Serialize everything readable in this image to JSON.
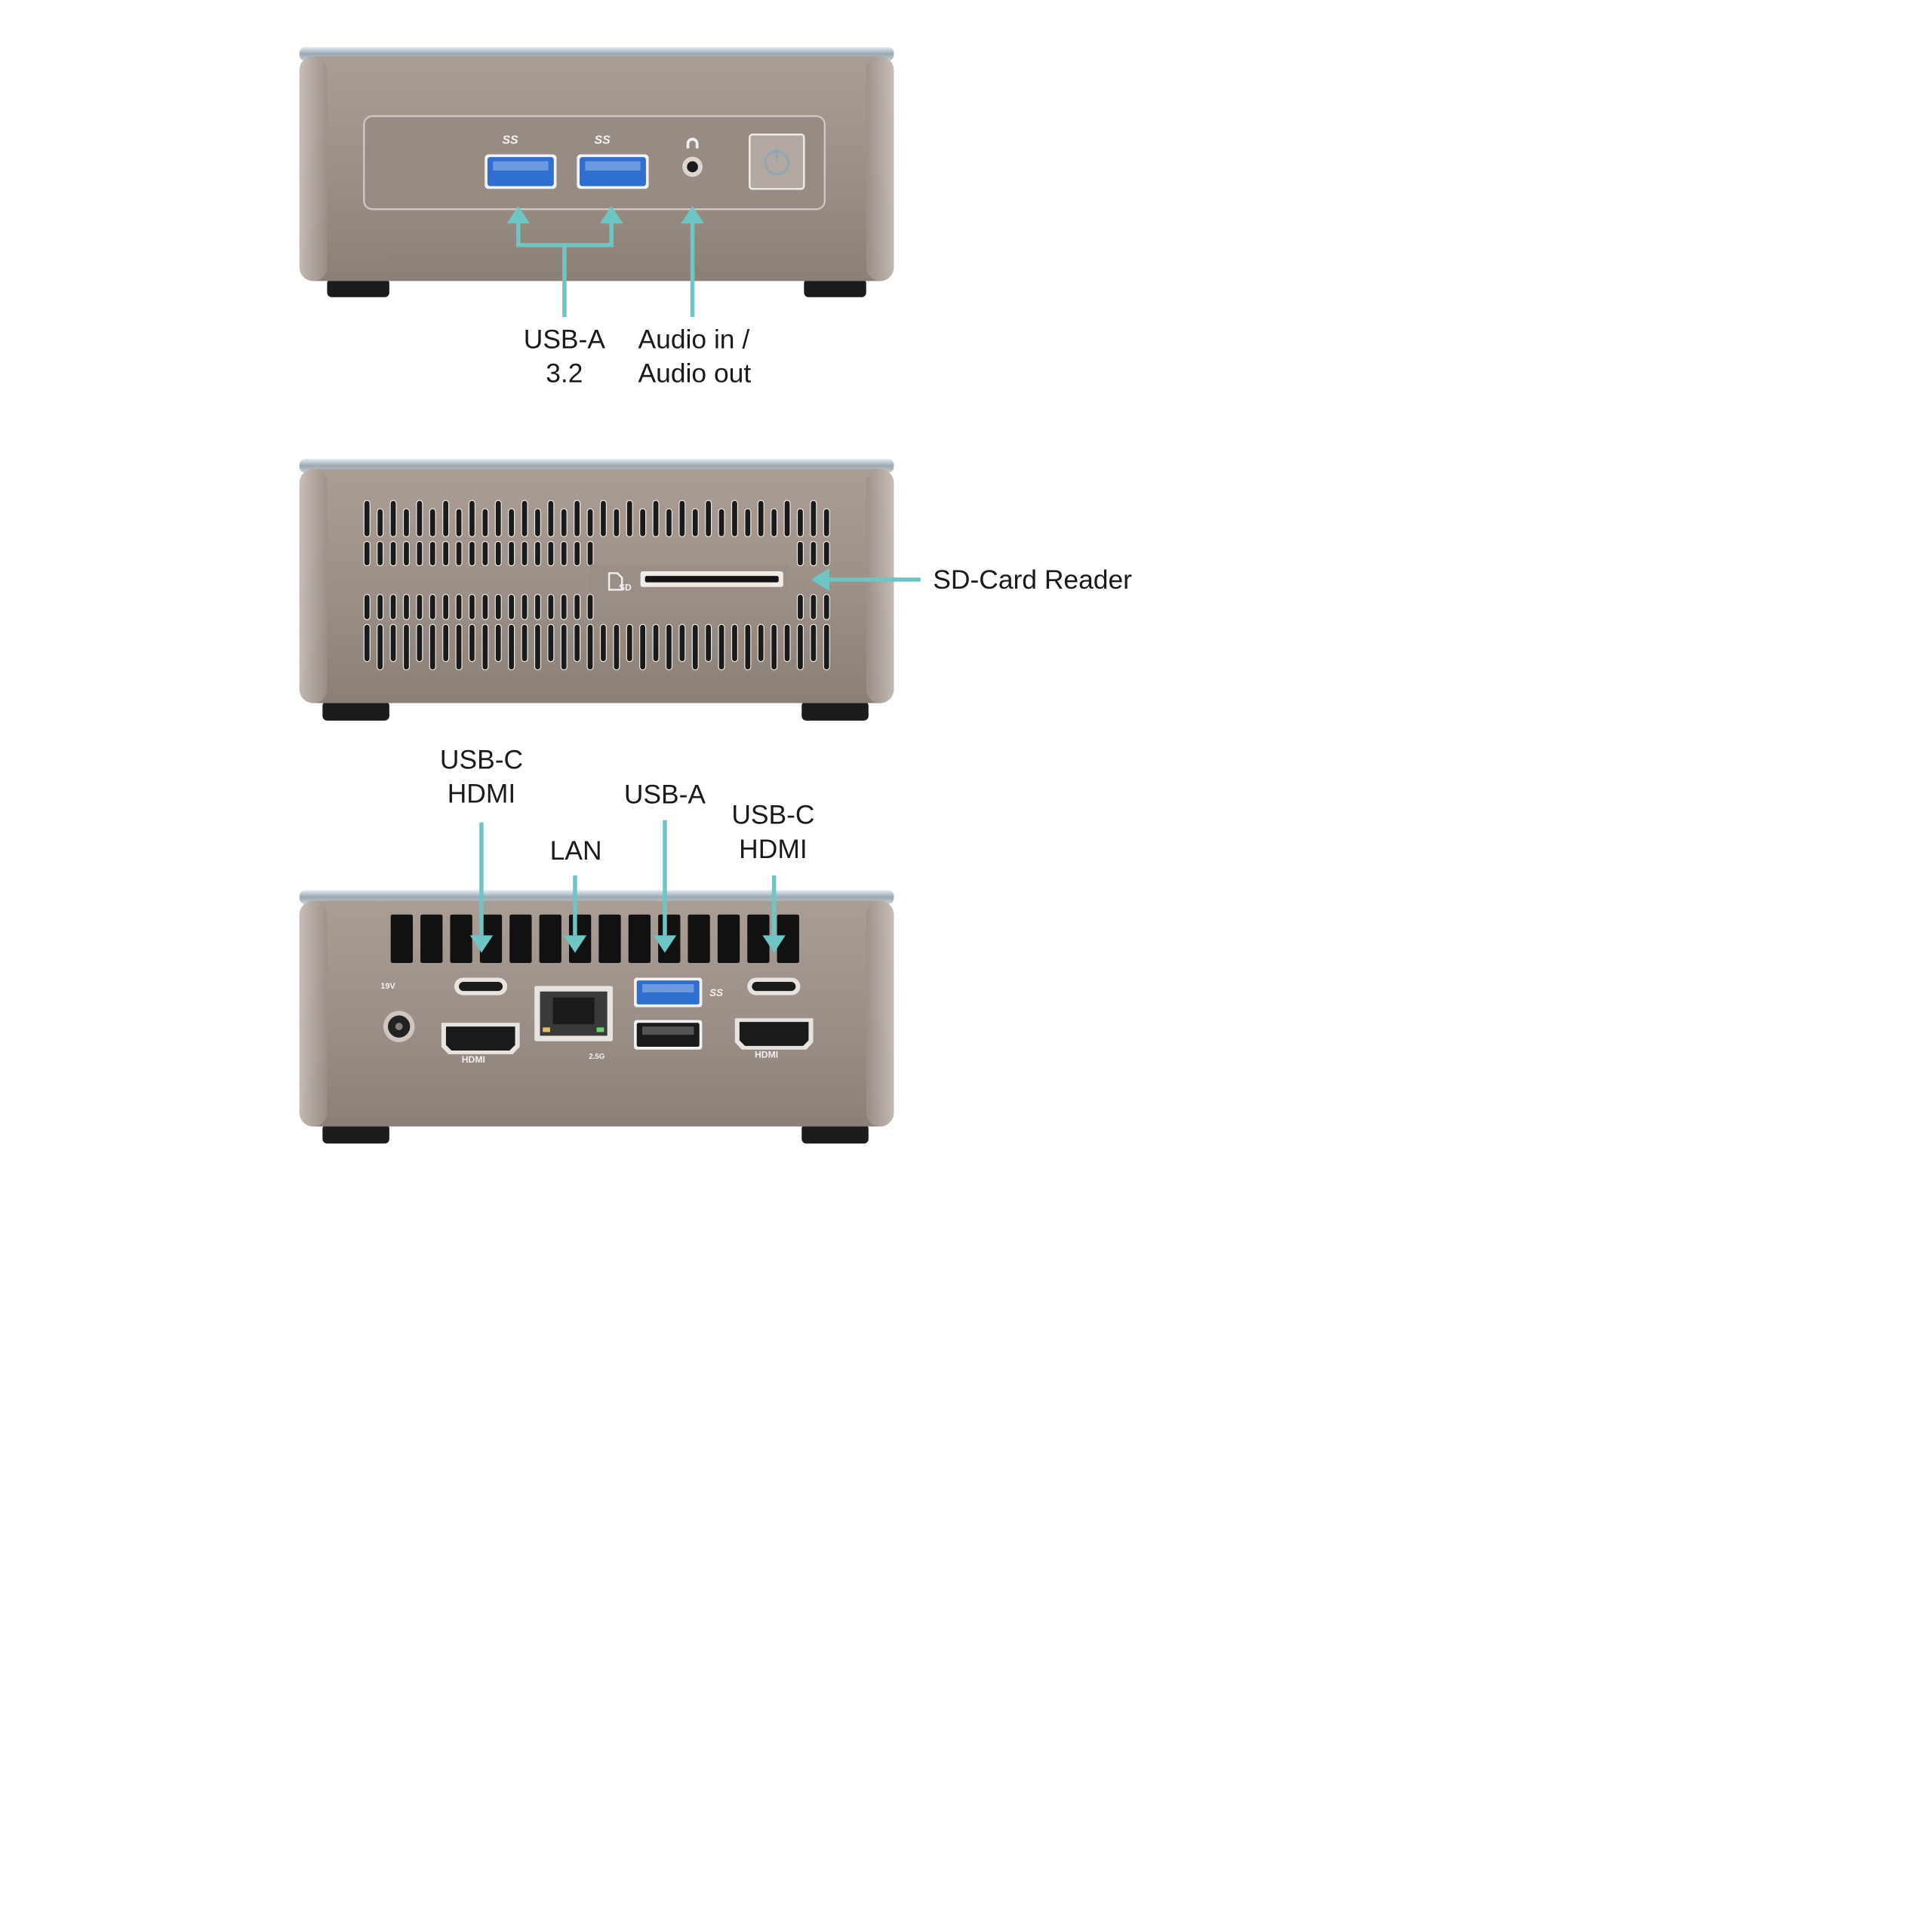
{
  "labels": {
    "usb_a_32": "USB-A\n3.2",
    "audio": "Audio in /\nAudio out",
    "sd_card": "SD-Card Reader",
    "usbc_hdmi_left": "USB-C\nHDMI",
    "lan": "LAN",
    "usb_a_rear": "USB-A",
    "usbc_hdmi_right": "USB-C\nHDMI"
  },
  "port_markings": {
    "superspeed_10": "SS",
    "sd": "SD",
    "voltage": "19V",
    "hdmi": "HDMI",
    "lan_speed": "2.5G"
  },
  "colors": {
    "arrow": "#6ec6c4",
    "chassis": "#9e928a",
    "chassis_dark": "#8a7f77",
    "usb3_blue": "#2f6fd0",
    "foot": "#1c1c1c"
  }
}
